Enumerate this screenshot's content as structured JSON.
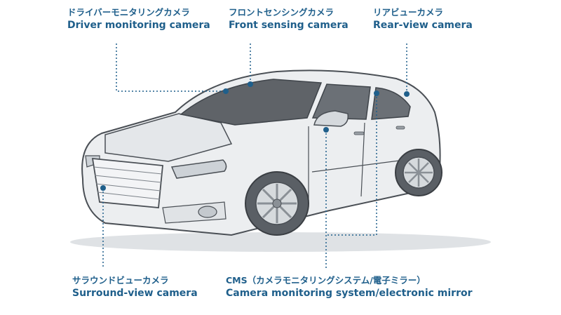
{
  "cameras": {
    "driver_monitoring": {
      "jp": "ドライバーモニタリングカメラ",
      "en": "Driver monitoring camera"
    },
    "front_sensing": {
      "jp": "フロントセンシングカメラ",
      "en": "Front sensing camera"
    },
    "rear_view": {
      "jp": "リアビューカメラ",
      "en": "Rear-view camera"
    },
    "surround_view": {
      "jp": "サラウンドビューカメラ",
      "en": "Surround-view camera"
    },
    "cms": {
      "jp": "CMS（カメラモニタリングシステム/電子ミラー）",
      "en": "Camera monitoring system/electronic mirror"
    }
  },
  "colors": {
    "accent": "#1f5f8b",
    "car_body": "#eceef0",
    "car_outline": "#4a4f55",
    "glass": "#5f6368"
  }
}
